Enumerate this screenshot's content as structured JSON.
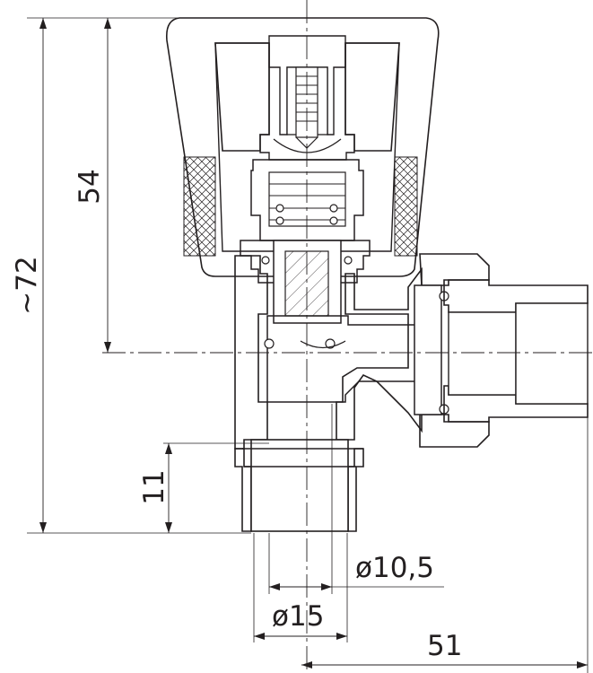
{
  "dimensions": {
    "overall_height": "~72",
    "handle_to_axis": "54",
    "thread_length": "11",
    "inner_diameter": "ø10,5",
    "outer_diameter": "ø15",
    "side_offset": "51"
  },
  "colors": {
    "line": "#231f20",
    "background": "#ffffff"
  }
}
